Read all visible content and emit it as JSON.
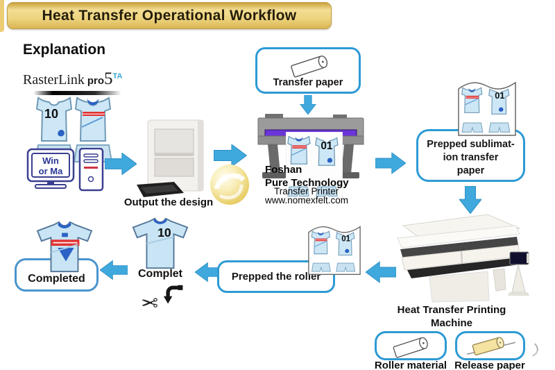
{
  "banner": {
    "title": "Heat Transfer Operational Workflow"
  },
  "explanation": {
    "heading": "Explanation",
    "logo": {
      "name": "RasterLink",
      "pro": "pro",
      "version": "5",
      "suffix": "TA"
    }
  },
  "design_step": {
    "jersey_number": "10",
    "computer_screen_line1": "Win",
    "computer_screen_line2": "or Ma"
  },
  "output_step": {
    "label": "Output the design"
  },
  "print_step": {
    "transfer_paper_label": "Transfer paper",
    "printed_number": "01",
    "brand_line1": "Foshan",
    "brand_line2": "Pure Technology",
    "brand_line3": "Transfer Printer",
    "brand_line4": "www.nomexfelt.com"
  },
  "prepped_paper_step": {
    "line1": "Prepped sublimat-",
    "line2": "ion transfer",
    "line3": "paper",
    "sheet_number": "01"
  },
  "press_step": {
    "label_line1": "Heat Transfer Printing",
    "label_line2": "Machine"
  },
  "roller_step": {
    "label": "Prepped the roller",
    "sheet_number": "01"
  },
  "finish_step": {
    "complet_label": "Complet",
    "complet_number": "10",
    "completed_label": "Completed"
  },
  "materials": {
    "roller_material_label": "Roller material",
    "release_paper_label": "Release paper"
  },
  "icons": {
    "scissors_glyph": "✂"
  },
  "colors": {
    "arrow_blue": "#3fa8dc",
    "box_border_blue": "#2d9ad4",
    "banner_gold": "#eed47f",
    "jersey_light_blue": "#cde7f6",
    "accent_red": "#e23030",
    "accent_navy": "#2b62c4",
    "logo_ta_blue": "#3aa8d8",
    "printer_purple": "#6a35d8",
    "release_paper_yellow": "#f4e3a1"
  }
}
